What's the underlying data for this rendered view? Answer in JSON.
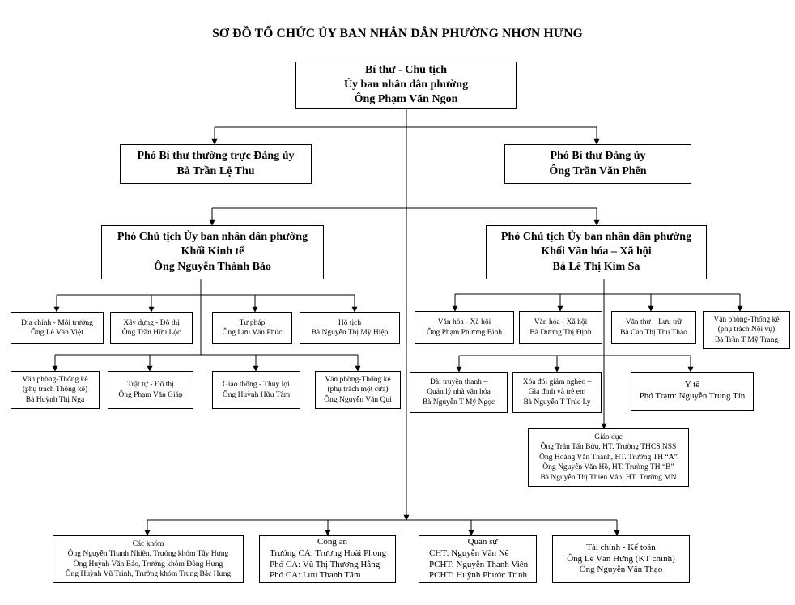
{
  "title": "SƠ ĐỒ TỔ CHỨC ỦY BAN NHÂN DÂN PHƯỜNG NHƠN HƯNG",
  "chairman": [
    "Bí thư - Chủ tịch",
    "Ủy ban nhân dân phường",
    "Ông Phạm Văn Ngon"
  ],
  "deputy_secretary_standing": [
    "Phó Bí thư thường trực Đảng ủy",
    "Bà Trần Lệ Thu"
  ],
  "deputy_secretary": [
    "Phó Bí thư Đảng ủy",
    "Ông Trần Văn Phến"
  ],
  "vice_chair_economy": [
    "Phó Chủ tịch Ủy ban nhân dân phường",
    "Khối Kinh tế",
    "Ông Nguyễn Thành Bảo"
  ],
  "vice_chair_culture": [
    "Phó Chủ tịch Ủy ban nhân dân phường",
    "Khối Văn hóa – Xã hội",
    "Bà Lê Thị Kim Sa"
  ],
  "economy_row1": [
    [
      "Địa chính - Môi trường",
      "Ông Lê Văn Việt"
    ],
    [
      "Xây dựng - Đô thị",
      "Ông Trần Hữu Lộc"
    ],
    [
      "Tư pháp",
      "Ông Lưu Văn Phúc"
    ],
    [
      "Hộ tịch",
      "Bà Nguyễn Thị Mỹ Hiệp"
    ]
  ],
  "economy_row2": [
    [
      "Văn phòng-Thống kê",
      "(phụ trách Thống kê)",
      "Bà Huỳnh Thị Nga"
    ],
    [
      "Trật tự - Đô thị",
      "Ông Phạm Văn Giáp"
    ],
    [
      "Giao thông - Thủy lợi",
      "Ông Huỳnh Hữu Tâm"
    ],
    [
      "Văn phòng-Thống kê",
      "(phụ trách một cửa)",
      "Ông Nguyễn Văn Qui"
    ]
  ],
  "culture_row1": [
    [
      "Văn hóa - Xã hội",
      "Ông Phạm Phương Bình"
    ],
    [
      "Văn hóa - Xã hội",
      "Bà Dương Thị Định"
    ],
    [
      "Văn thư – Lưu trữ",
      "Bà Cao Thị Thu Thảo"
    ],
    [
      "Văn phòng-Thống kê",
      "(phụ trách Nội vụ)",
      "Bà Trần T Mỹ Trang"
    ]
  ],
  "culture_row2": [
    [
      "Đài truyền thanh –",
      "Quản lý nhà văn hóa",
      "Bà Nguyễn T Mỹ Ngọc"
    ],
    [
      "Xóa đói giảm nghèo –",
      "Gia đình và trẻ em",
      "Bà Nguyễn T Trúc Ly"
    ],
    [
      "Y tế",
      "Phó Trạm: Nguyễn Trung Tín"
    ]
  ],
  "education": [
    "Giáo dục",
    "Ông Trần Tấn Bửu, HT. Trường THCS NSS",
    "Ông Hoàng Văn Thành, HT. Trường TH “A”",
    "Ông Nguyễn Văn Hồ, HT. Trường TH “B”",
    "Bà Nguyễn Thị Thiên Vân, HT. Trường MN"
  ],
  "bottom": [
    [
      "Các khóm",
      "Ông Nguyễn Thanh Nhiên, Trưởng khóm Tây Hưng",
      "Ông Huỳnh Văn Bảo, Trưởng khóm Đông Hưng",
      "Ông Huỳnh Vũ Trinh, Trưởng khóm Trung Bắc Hưng"
    ],
    [
      "Công an",
      "Trưởng CA: Trương Hoài Phong",
      "Phó CA: Vũ Thị Thương Hằng",
      "Phó CA: Lưu Thanh Tâm"
    ],
    [
      "Quân sự",
      "CHT: Nguyễn Văn Nê",
      "PCHT: Nguyễn Thanh Viên",
      "PCHT: Huỳnh Phước Trinh"
    ],
    [
      "Tài chính - Kế toán",
      "Ông Lê Văn Hưng (KT chính)",
      "Ông Nguyễn Văn Thạo"
    ]
  ]
}
